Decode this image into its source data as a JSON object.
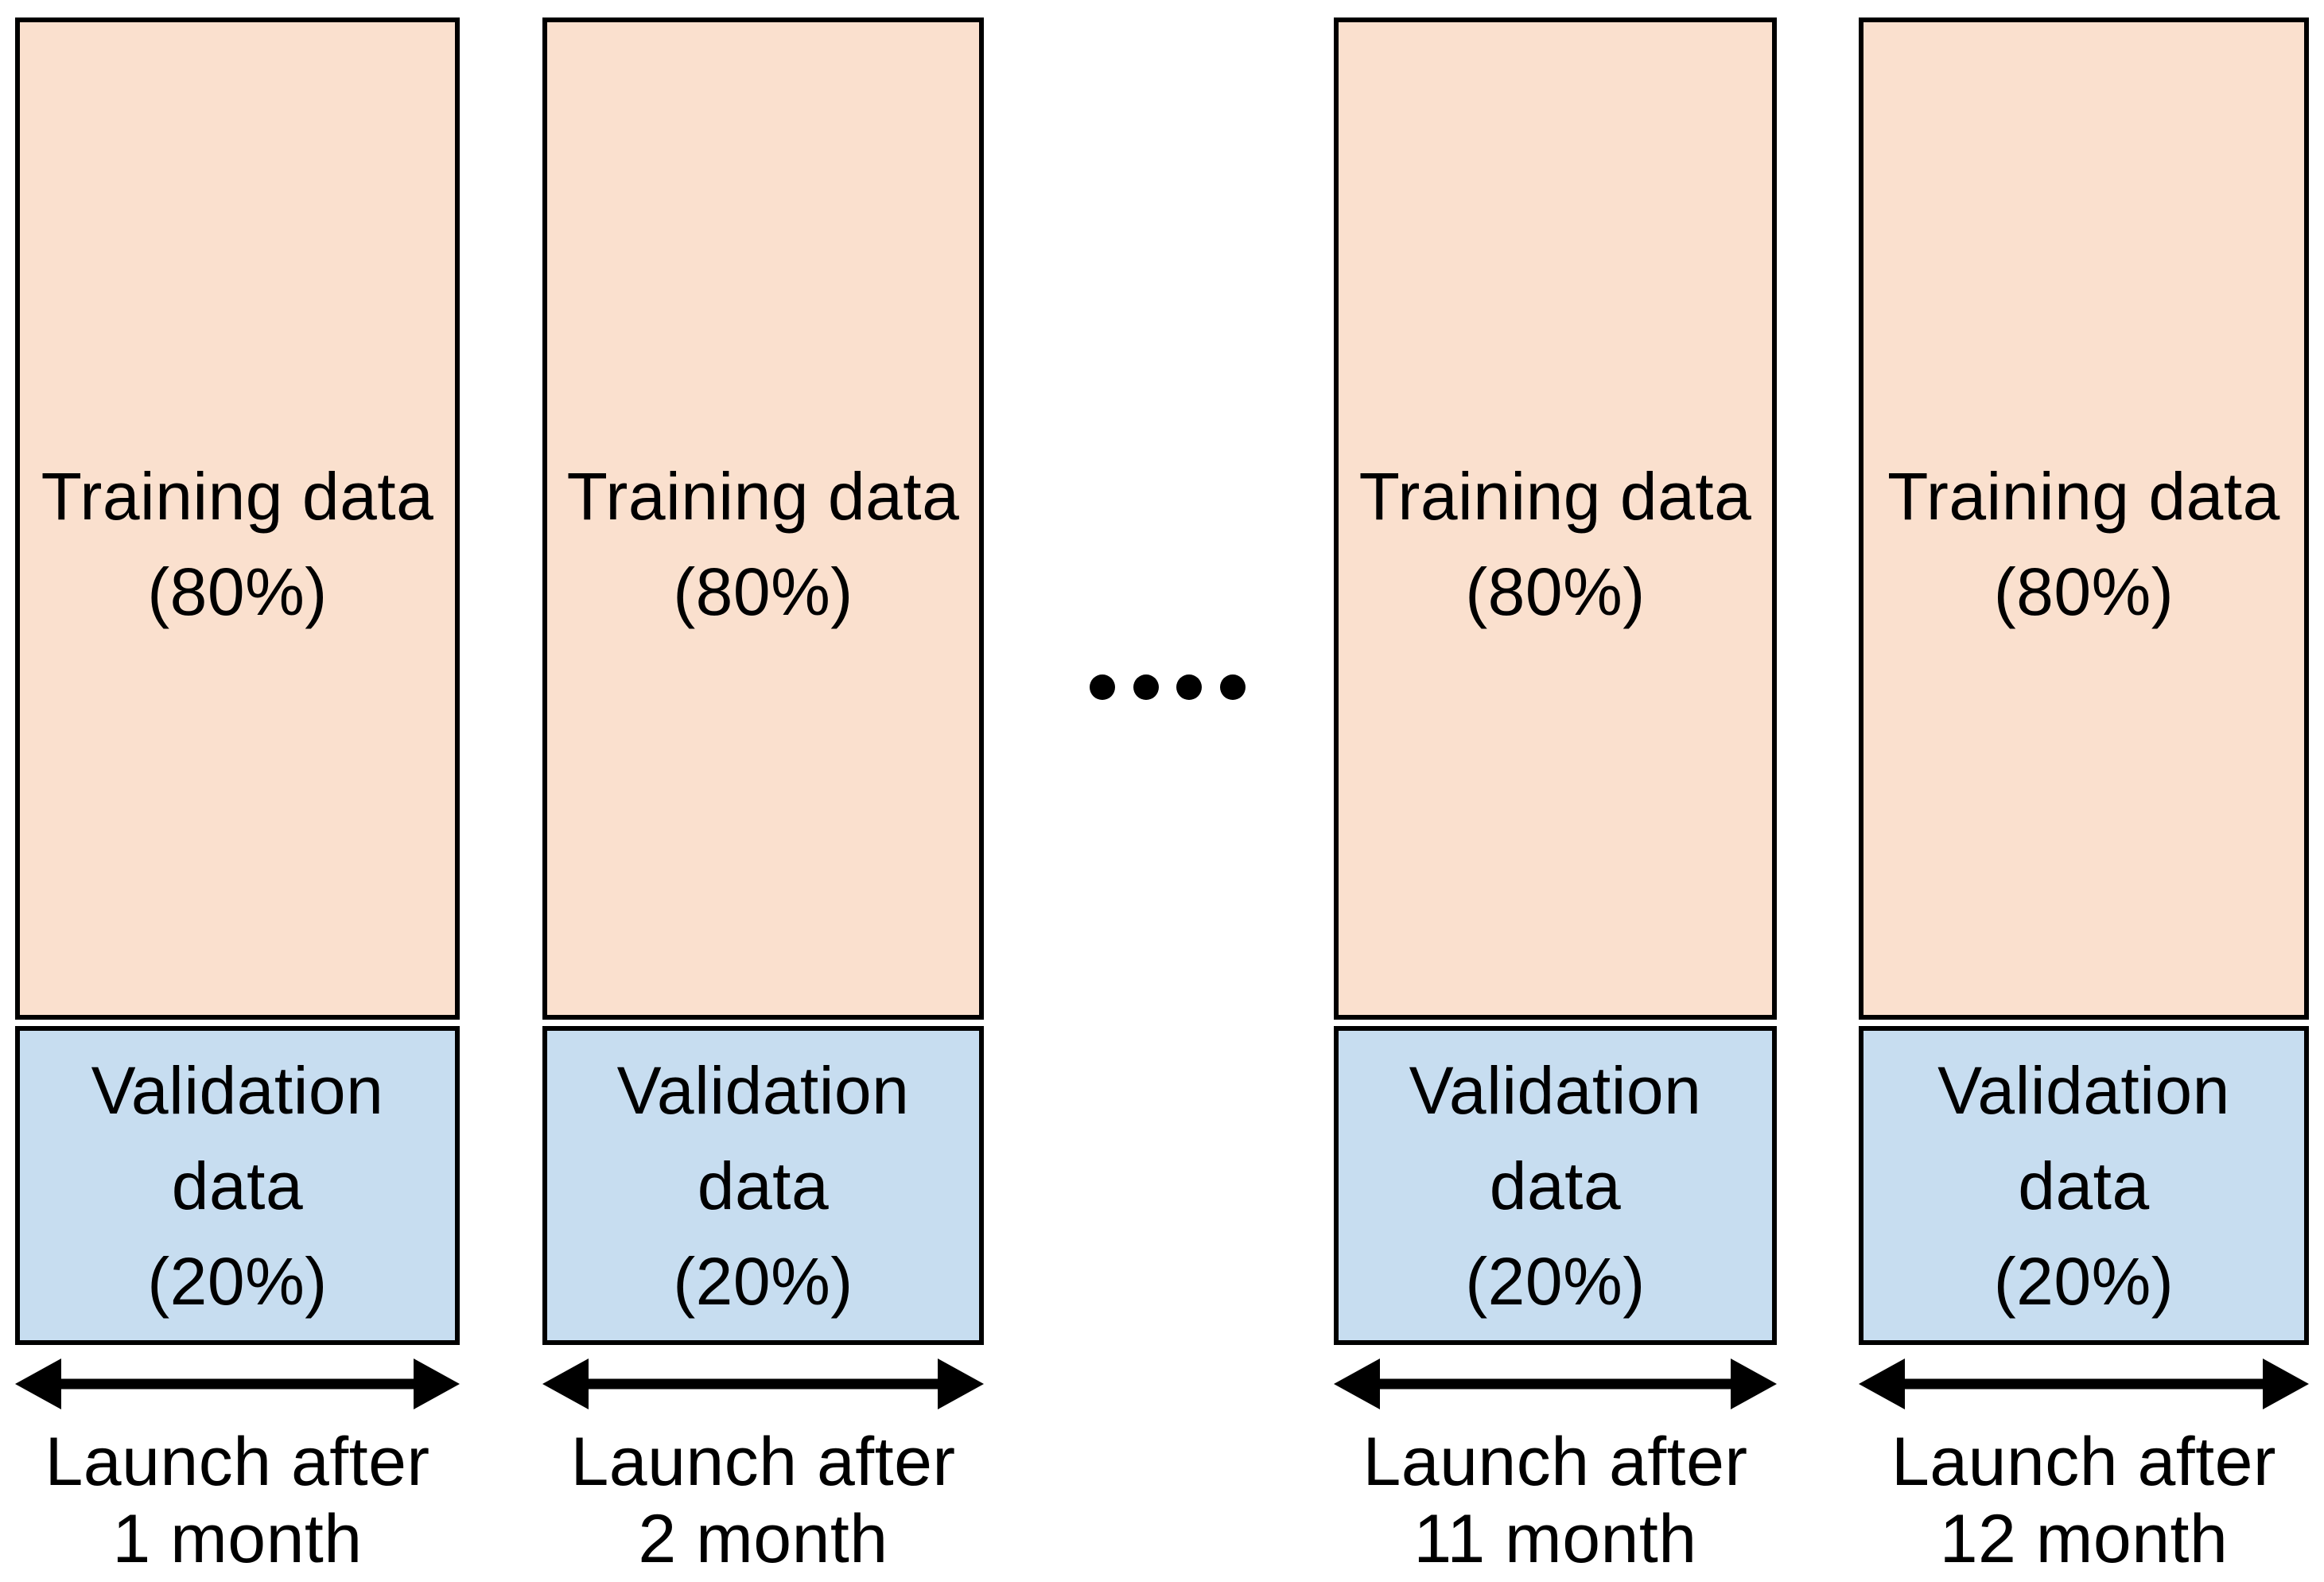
{
  "figure": {
    "description_labels": {
      "training_line1": "Training data",
      "training_line2": "(80%)",
      "validation_line1": "Validation",
      "validation_line2": "data",
      "validation_line3": "(20%)"
    },
    "colors": {
      "training_fill": "#FAE0CE",
      "validation_fill": "#C7DDF0",
      "border": "#000000",
      "text": "#000000",
      "background": "#FFFFFF"
    },
    "ellipsis_dot_count": 4
  },
  "columns": [
    {
      "training": {
        "line1": "Training data",
        "line2": "(80%)"
      },
      "validation": {
        "line1": "Validation",
        "line2": "data",
        "line3": "(20%)"
      },
      "launch": {
        "line1": "Launch after",
        "line2": "1 month"
      }
    },
    {
      "training": {
        "line1": "Training data",
        "line2": "(80%)"
      },
      "validation": {
        "line1": "Validation",
        "line2": "data",
        "line3": "(20%)"
      },
      "launch": {
        "line1": "Launch after",
        "line2": "2 month"
      }
    },
    {
      "training": {
        "line1": "Training data",
        "line2": "(80%)"
      },
      "validation": {
        "line1": "Validation",
        "line2": "data",
        "line3": "(20%)"
      },
      "launch": {
        "line1": "Launch after",
        "line2": "11 month"
      }
    },
    {
      "training": {
        "line1": "Training data",
        "line2": "(80%)"
      },
      "validation": {
        "line1": "Validation",
        "line2": "data",
        "line3": "(20%)"
      },
      "launch": {
        "line1": "Launch after",
        "line2": "12 month"
      }
    }
  ]
}
